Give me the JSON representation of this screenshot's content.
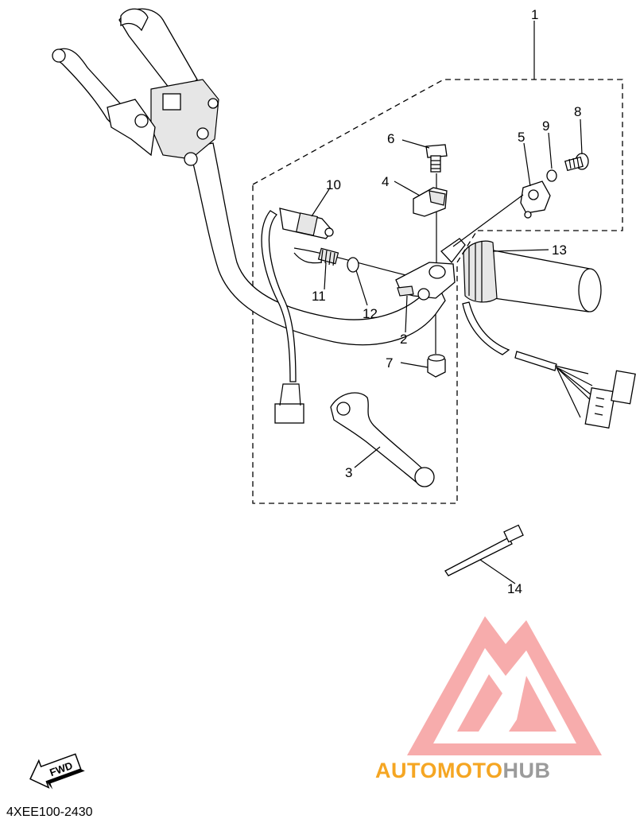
{
  "diagram": {
    "callouts": [
      {
        "id": "1",
        "text": "1"
      },
      {
        "id": "2",
        "text": "2"
      },
      {
        "id": "3",
        "text": "3"
      },
      {
        "id": "4",
        "text": "4"
      },
      {
        "id": "5",
        "text": "5"
      },
      {
        "id": "6",
        "text": "6"
      },
      {
        "id": "7",
        "text": "7"
      },
      {
        "id": "8",
        "text": "8"
      },
      {
        "id": "9",
        "text": "9"
      },
      {
        "id": "10",
        "text": "10"
      },
      {
        "id": "11",
        "text": "11"
      },
      {
        "id": "12",
        "text": "12"
      },
      {
        "id": "13",
        "text": "13"
      },
      {
        "id": "14",
        "text": "14"
      }
    ],
    "fwd_arrow_label": "FWD",
    "diagram_code": "4XEE100-2430"
  },
  "watermark": {
    "brand_part1": "AUTOMOTO",
    "brand_part2": "HUB",
    "color_primary": "#f5a623",
    "color_secondary": "#9b9b9b",
    "logo_color": "#f26a6a"
  }
}
